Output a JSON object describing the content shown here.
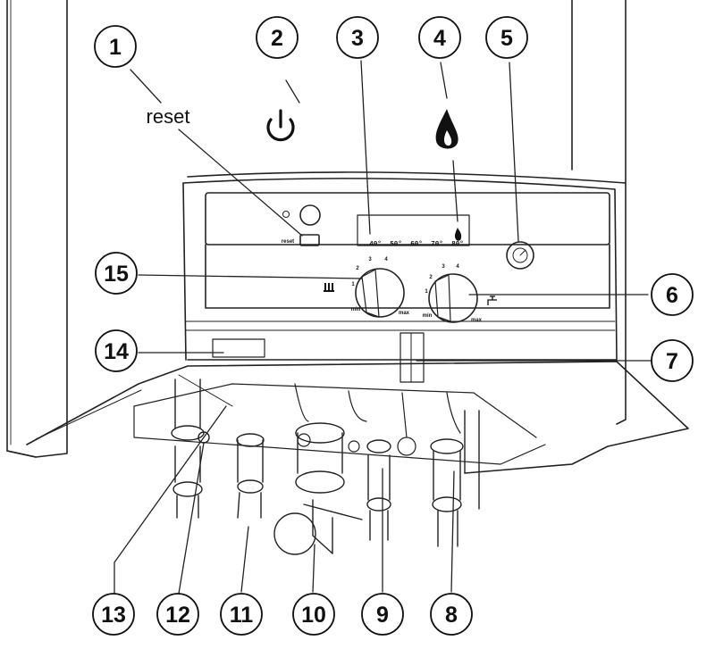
{
  "callouts": {
    "c1": "1",
    "c2": "2",
    "c3": "3",
    "c4": "4",
    "c5": "5",
    "c6": "6",
    "c7": "7",
    "c8": "8",
    "c9": "9",
    "c10": "10",
    "c11": "11",
    "c12": "12",
    "c13": "13",
    "c14": "14",
    "c15": "15"
  },
  "reset_label": "reset",
  "panel": {
    "reset_small_label": "reset",
    "temp_scale": [
      "40°",
      "50°",
      "60°",
      "70°",
      "80°"
    ],
    "knob_left": {
      "numbers": [
        "1",
        "2",
        "3",
        "4"
      ],
      "min": "min",
      "max": "max"
    },
    "knob_right": {
      "numbers": [
        "1",
        "2",
        "3",
        "4"
      ],
      "min": "min",
      "max": "max"
    }
  },
  "icons": {
    "power": "power-icon",
    "flame": "flame-icon",
    "radiator": "radiator-icon",
    "tap": "tap-icon"
  }
}
